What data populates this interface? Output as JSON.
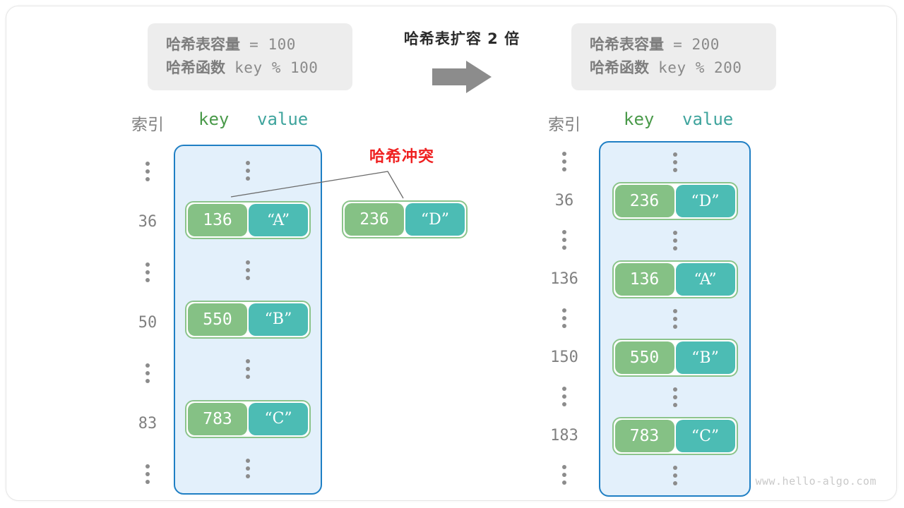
{
  "diagram": {
    "title_transition": "哈希表扩容 2 倍",
    "arrow_icon": "right-arrow-icon",
    "watermark": "www.hello-algo.com",
    "collision_label": "哈希冲突",
    "collision_color": "#ef2020",
    "colors": {
      "key_cell": "#85c185",
      "value_cell": "#4cbcb4",
      "pair_border": "#8bc48b",
      "table_fill": "#e3f0fb",
      "table_border": "#1f7fc4",
      "spec_box_fill": "#ededed",
      "index_text": "#808080",
      "key_header": "#4a9a4a",
      "value_header": "#3fa49d"
    },
    "dots_symbol": "⋮"
  },
  "spec_left": {
    "capacity_label": "哈希表容量",
    "capacity_eq": "= 100",
    "function_label": "哈希函数",
    "function_expr": "key % 100"
  },
  "spec_right": {
    "capacity_label": "哈希表容量",
    "capacity_eq": "= 200",
    "function_label": "哈希函数",
    "function_expr": "key % 200"
  },
  "table_left": {
    "header_index": "索引",
    "header_key": "key",
    "header_value": "value",
    "rows": [
      {
        "index": "⋮",
        "type": "dots"
      },
      {
        "index": "36",
        "type": "entry",
        "key": "136",
        "value": "“A”"
      },
      {
        "index": "⋮",
        "type": "dots"
      },
      {
        "index": "50",
        "type": "entry",
        "key": "550",
        "value": "“B”"
      },
      {
        "index": "⋮",
        "type": "dots"
      },
      {
        "index": "83",
        "type": "entry",
        "key": "783",
        "value": "“C”"
      },
      {
        "index": "⋮",
        "type": "dots"
      }
    ]
  },
  "table_right": {
    "header_index": "索引",
    "header_key": "key",
    "header_value": "value",
    "rows": [
      {
        "index": "⋮",
        "type": "dots"
      },
      {
        "index": "36",
        "type": "entry",
        "key": "236",
        "value": "“D”"
      },
      {
        "index": "⋮",
        "type": "dots"
      },
      {
        "index": "136",
        "type": "entry",
        "key": "136",
        "value": "“A”"
      },
      {
        "index": "⋮",
        "type": "dots"
      },
      {
        "index": "150",
        "type": "entry",
        "key": "550",
        "value": "“B”"
      },
      {
        "index": "⋮",
        "type": "dots"
      },
      {
        "index": "183",
        "type": "entry",
        "key": "783",
        "value": "“C”"
      },
      {
        "index": "⋮",
        "type": "dots"
      }
    ]
  },
  "collision_entry": {
    "key": "236",
    "value": "“D”"
  }
}
